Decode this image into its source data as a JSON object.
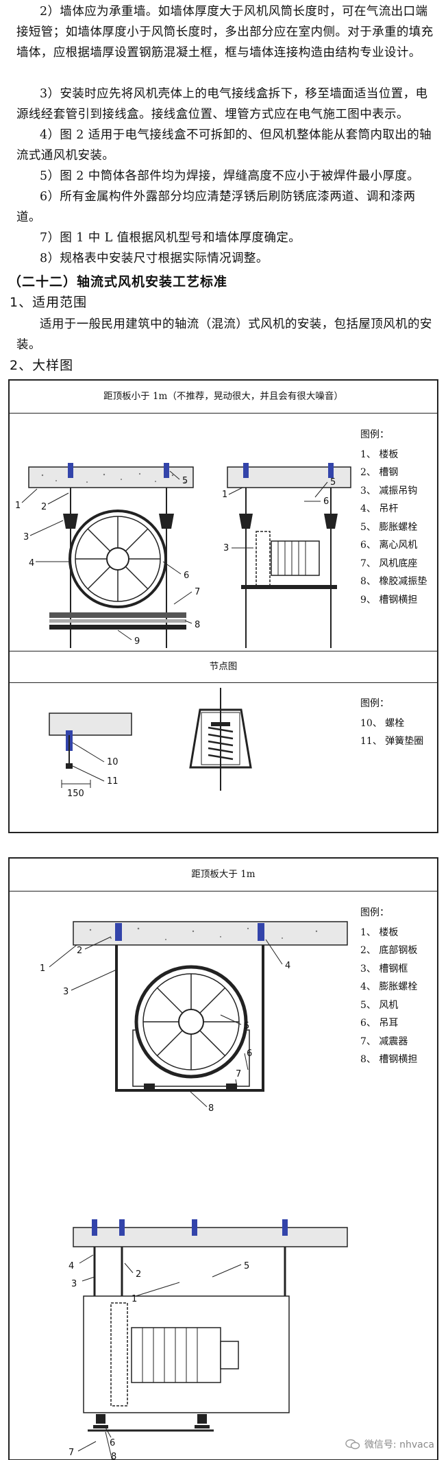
{
  "notes": {
    "n2": "2）墙体应为承重墙。如墙体厚度大于风机风筒长度时，可在气流出口端接短管；如墙体厚度小于风筒长度时，多出部分应在室内侧。对于承重的填充墙体，应根据墙厚设置钢筋混凝土框，框与墙体连接构造由结构专业设计。",
    "n3": "3）安装时应先将风机壳体上的电气接线盒拆下，移至墙面适当位置，电源线经套管引到接线盒。接线盒位置、埋管方式应在电气施工图中表示。",
    "n4": "4）图 2 适用于电气接线盒不可拆卸的、但风机整体能从套筒内取出的轴流式通风机安装。",
    "n5": "5）图 2 中筒体各部件均为焊接，焊缝高度不应小于被焊件最小厚度。",
    "n6": "6）所有金属构件外露部分均应清楚浮锈后刷防锈底漆两道、调和漆两道。",
    "n7": "7）图 1 中 L 值根据风机型号和墙体厚度确定。",
    "n8": "8）规格表中安装尺寸根据实际情况调整。"
  },
  "section": {
    "title": "（二十二）轴流式风机安装工艺标准",
    "sub1": "1、适用范围",
    "scope": "适用于一般民用建筑中的轴流（混流）式风机的安装，包括屋顶风机的安装。",
    "sub2": "2、大样图"
  },
  "box1": {
    "title": "距顶板小于 1m（不推荐，晃动很大，并且会有很大噪音）",
    "legend_title": "图例：",
    "legend": [
      "1、 楼板",
      "2、 槽钢",
      "3、 减振吊钩",
      "4、 吊杆",
      "5、 膨胀螺栓",
      "6、 离心风机",
      "7、 风机底座",
      "8、 橡胶减振垫",
      "9、 槽钢横担"
    ],
    "node_title": "节点图",
    "node_legend_title": "图例：",
    "node_legend": [
      "10、 螺栓",
      "11、 弹簧垫圈"
    ],
    "labels_front": [
      "1",
      "2",
      "3",
      "4",
      "5",
      "6",
      "7",
      "8",
      "9"
    ],
    "labels_side": [
      "1",
      "3",
      "5",
      "6"
    ],
    "node_labels": [
      "10",
      "11"
    ],
    "dimension": "150"
  },
  "box2": {
    "title": "距顶板大于 1m",
    "legend_title": "图例：",
    "legend": [
      "1、 楼板",
      "2、 底部钢板",
      "3、 槽钢框",
      "4、 膨胀螺栓",
      "5、 风机",
      "6、 吊耳",
      "7、 减震器",
      "8、 槽钢横担"
    ],
    "labels_front": [
      "1",
      "2",
      "3",
      "4",
      "5",
      "6",
      "7",
      "8"
    ],
    "labels_side": [
      "4",
      "2",
      "3",
      "1",
      "5",
      "6",
      "7",
      "8"
    ]
  },
  "watermark": "微信号: nhvaca"
}
